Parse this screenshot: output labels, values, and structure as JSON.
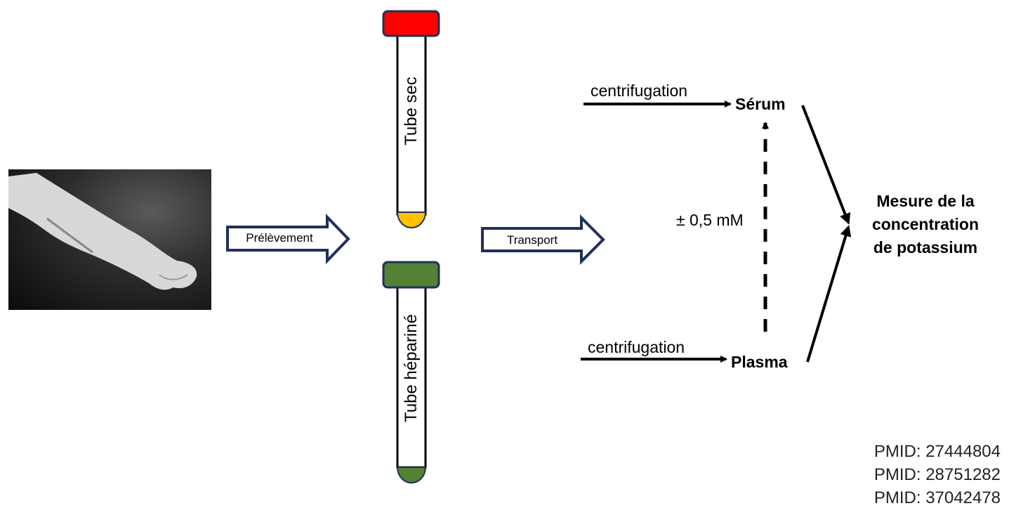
{
  "colors": {
    "arrow_outline": "#1f3158",
    "tube_sec_cap": "#ff0000",
    "tube_sec_bottom": "#ffc000",
    "tube_heparine_cap": "#538135",
    "tube_heparine_bottom": "#538135",
    "ink": "#000000"
  },
  "photo": {
    "alt": "Bras avec veines apparentes (photo noir et blanc)"
  },
  "arrows": {
    "prelevement": "Prélèvement",
    "transport": "Transport"
  },
  "tubes": {
    "sec": {
      "label": "Tube sec"
    },
    "heparine": {
      "label": "Tube hépariné"
    }
  },
  "flow": {
    "centrifugation_top": "centrifugation",
    "centrifugation_bottom": "centrifugation",
    "serum": "Sérum",
    "plasma": "Plasma",
    "difference": "± 0,5 mM",
    "result_lines": [
      "Mesure de la",
      "concentration",
      "de potassium"
    ]
  },
  "references": [
    "PMID: 27444804",
    "PMID: 28751282",
    "PMID: 37042478"
  ]
}
